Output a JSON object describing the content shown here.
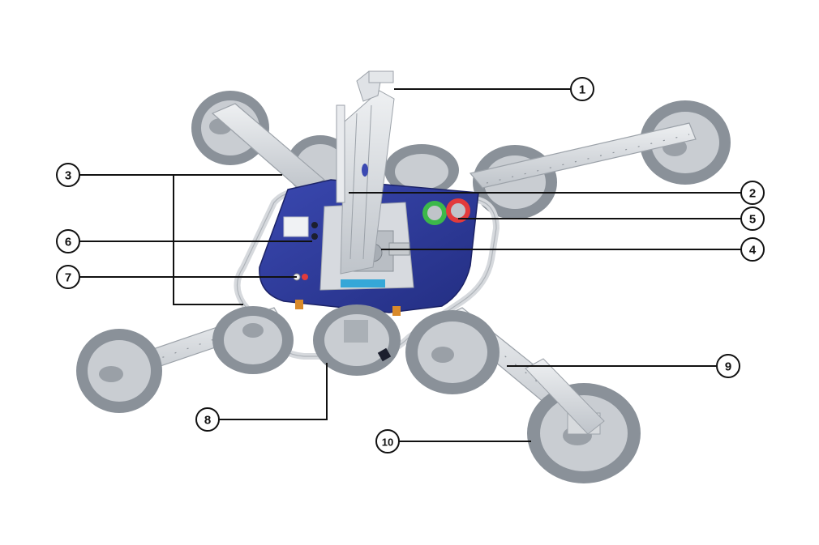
{
  "diagram": {
    "callouts": [
      {
        "id": "1",
        "label": "1"
      },
      {
        "id": "2",
        "label": "2"
      },
      {
        "id": "3",
        "label": "3"
      },
      {
        "id": "4",
        "label": "4"
      },
      {
        "id": "5",
        "label": "5"
      },
      {
        "id": "6",
        "label": "6"
      },
      {
        "id": "7",
        "label": "7"
      },
      {
        "id": "8",
        "label": "8"
      },
      {
        "id": "9",
        "label": "9"
      },
      {
        "id": "10",
        "label": "10"
      }
    ],
    "colors": {
      "frame_blue": "#2f3c9c",
      "aluminium": "#d4d7db",
      "pad_grey": "#8a9199",
      "pad_inner": "#c9cdd2",
      "gauge_green": "#3cb84a",
      "gauge_red": "#e23b3b",
      "accent_orange": "#d98a2a",
      "line": "#111111"
    }
  }
}
